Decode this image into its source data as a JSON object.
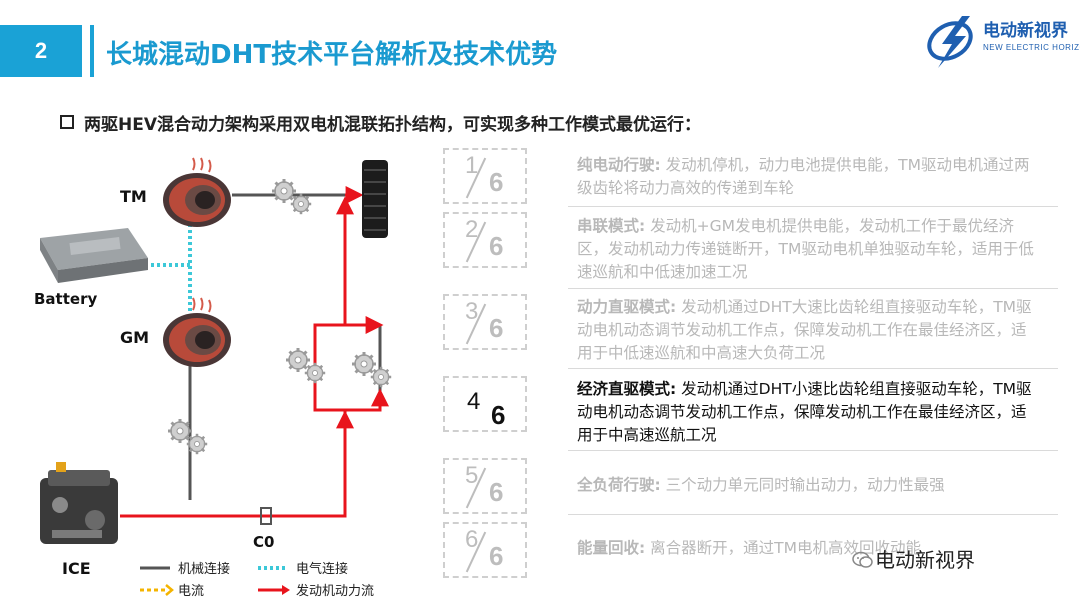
{
  "header": {
    "section_number": "2",
    "title": "长城混动DHT技术平台解析及技术优势",
    "logo_cn": "电动新视界",
    "logo_en": "NEW ELECTRIC HORIZON"
  },
  "subtitle": "两驱HEV混合动力架构采用双电机混联拓扑结构，可实现多种工作模式最优运行：",
  "diagram": {
    "labels": {
      "tm": "TM",
      "gm": "GM",
      "battery": "Battery",
      "ice": "ICE",
      "c0": "C0"
    },
    "legend": {
      "mechanical": "机械连接",
      "electrical": "电气连接",
      "current": "电流",
      "engine_flow": "发动机动力流"
    },
    "colors": {
      "mechanical": "#555555",
      "electrical": "#3cc8d8",
      "current": "#f4b400",
      "engine_flow": "#e8141c"
    }
  },
  "modes": [
    {
      "num": "1",
      "den": "6",
      "name": "纯电动行驶:",
      "desc": " 发动机停机，动力电池提供电能，TM驱动电机通过两级齿轮将动力高效的传递到车轮"
    },
    {
      "num": "2",
      "den": "6",
      "name": "串联模式:",
      "desc": " 发动机+GM发电机提供电能，发动机工作于最优经济区，发动机动力传递链断开，TM驱动电机单独驱动车轮，适用于低速巡航和中低速加速工况"
    },
    {
      "num": "3",
      "den": "6",
      "name": "动力直驱模式:",
      "desc": " 发动机通过DHT大速比齿轮组直接驱动车轮，TM驱动电机动态调节发动机工作点，保障发动机工作在最佳经济区，适用于中低速巡航和中高速大负荷工况"
    },
    {
      "num": "4",
      "den": "6",
      "name": "经济直驱模式:",
      "desc": " 发动机通过DHT小速比齿轮组直接驱动车轮，TM驱动电机动态调节发动机工作点，保障发动机工作在最佳经济区，适用于中高速巡航工况"
    },
    {
      "num": "5",
      "den": "6",
      "name": "全负荷行驶:",
      "desc": " 三个动力单元同时输出动力，动力性最强"
    },
    {
      "num": "6",
      "den": "6",
      "name": "能量回收:",
      "desc": " 离合器断开，通过TM电机高效回收动能"
    }
  ],
  "watermark": "电动新视界"
}
